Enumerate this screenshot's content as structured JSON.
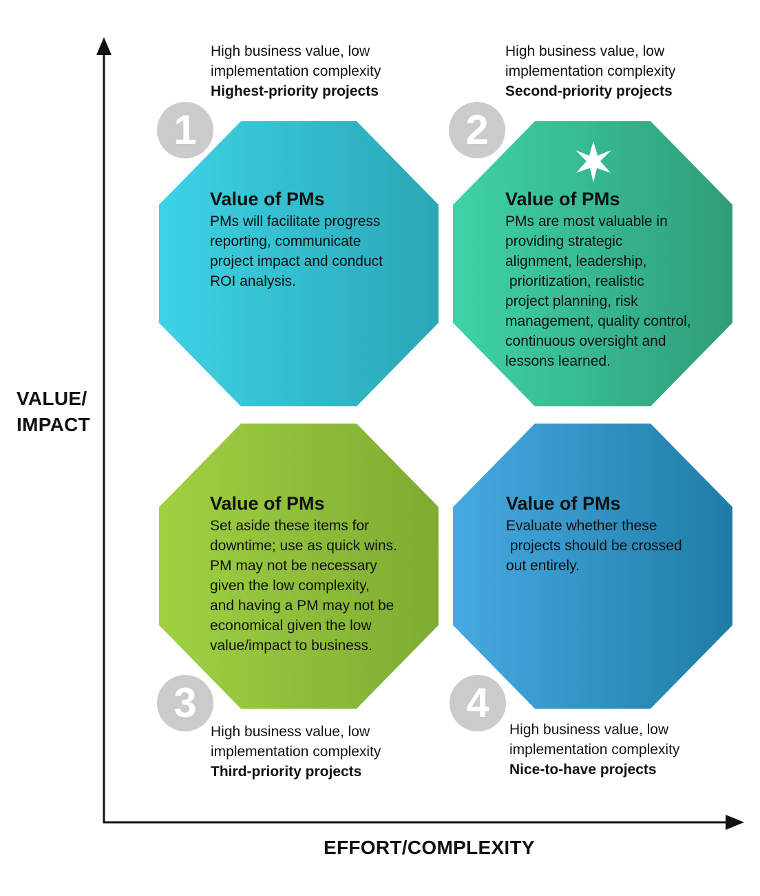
{
  "axes": {
    "y_label": "VALUE/\nIMPACT",
    "x_label": "EFFORT/COMPLEXITY"
  },
  "colors": {
    "q1": [
      "#3dd3e6",
      "#2aa7b5"
    ],
    "q2": [
      "#3fd3a8",
      "#2f9d78"
    ],
    "q3": [
      "#a0d142",
      "#7fab32"
    ],
    "q4": [
      "#46a9e1",
      "#1f7ca6"
    ],
    "badge": "#cbcbcb",
    "axis": "#111111"
  },
  "quadrants": [
    {
      "number": "1",
      "caption_lines": [
        "High business value, low",
        "implementation complexity"
      ],
      "priority": "Highest-priority projects",
      "title": "Value of PMs",
      "body_lines": [
        "PMs will facilitate progress",
        "reporting, communicate",
        "project impact and conduct",
        "ROI analysis."
      ]
    },
    {
      "number": "2",
      "caption_lines": [
        "High business value, low",
        "implementation complexity"
      ],
      "priority": "Second-priority projects",
      "title": "Value of PMs",
      "icon": "star-icon",
      "body_lines": [
        "PMs are most valuable in",
        "providing strategic",
        "alignment, leadership,",
        " prioritization, realistic",
        "project planning, risk",
        "management, quality control,",
        "continuous oversight and",
        "lessons learned."
      ]
    },
    {
      "number": "3",
      "caption_lines": [
        "High business value, low",
        "implementation complexity"
      ],
      "priority": "Third-priority projects",
      "title": "Value of PMs",
      "body_lines": [
        "Set aside these items for",
        "downtime; use as quick wins.",
        "PM may not be necessary",
        "given the low complexity,",
        "and having a PM may not be",
        "economical given the low",
        "value/impact to business."
      ]
    },
    {
      "number": "4",
      "caption_lines": [
        "High business value, low",
        "implementation complexity"
      ],
      "priority": "Nice-to-have projects",
      "title": "Value of PMs",
      "body_lines": [
        "Evaluate whether these",
        " projects should be crossed",
        "out entirely."
      ]
    }
  ]
}
